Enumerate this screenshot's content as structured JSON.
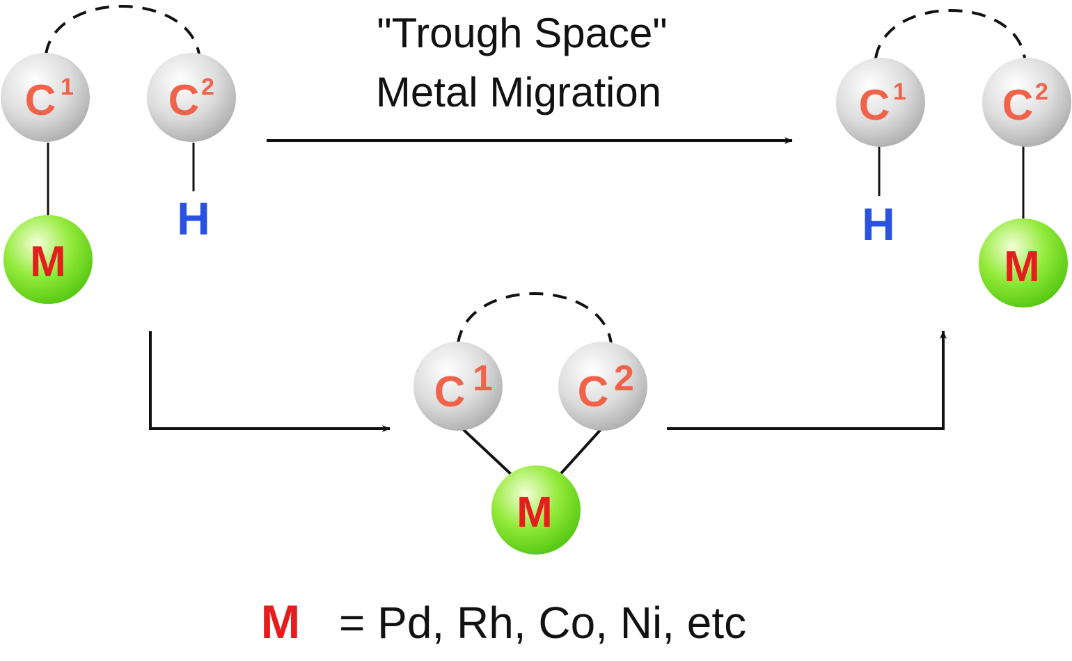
{
  "title": {
    "line1": "\"Trough Space\"",
    "line2": "Metal Migration"
  },
  "atoms": {
    "carbon_symbol": "C",
    "carbon1_index": "1",
    "carbon2_index": "2",
    "metal": "M",
    "hydrogen": "H"
  },
  "legend": {
    "symbol": "M",
    "text": "= Pd, Rh, Co, Ni, etc"
  },
  "colors": {
    "carbon_label": "#f0634a",
    "metal_label": "#e41d1d",
    "hydrogen_label": "#2a52e0",
    "carbon_sphere": "#cfcfcf",
    "metal_sphere": "#6edc1e",
    "line": "#111111"
  }
}
